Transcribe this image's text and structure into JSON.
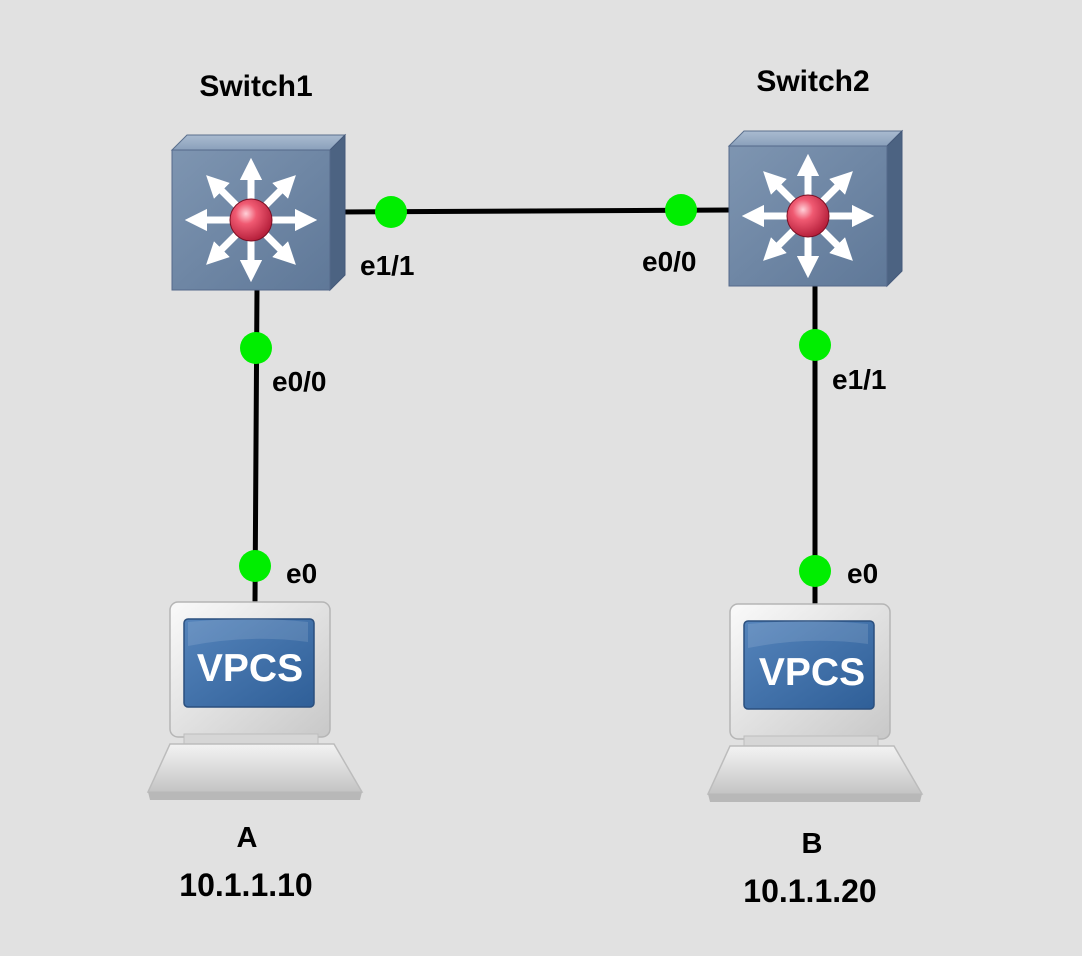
{
  "colors": {
    "background": "#e1e1e1",
    "link": "#000000",
    "port_status_up": "#00ee00",
    "switch_face": "#6f87a5",
    "switch_center": "#e0405a",
    "screen": "#3f6ea5"
  },
  "nodes": {
    "switch1": {
      "name": "Switch1",
      "icon": "multilayer-switch-icon"
    },
    "switch2": {
      "name": "Switch2",
      "icon": "multilayer-switch-icon"
    },
    "pc_a": {
      "name": "A",
      "ip": "10.1.1.10",
      "screen_text": "VPCS",
      "icon": "vpcs-computer-icon"
    },
    "pc_b": {
      "name": "B",
      "ip": "10.1.1.20",
      "screen_text": "VPCS",
      "icon": "vpcs-computer-icon"
    }
  },
  "ports": {
    "sw1_e1_1": "e1/1",
    "sw1_e0_0": "e0/0",
    "sw2_e0_0": "e0/0",
    "sw2_e1_1": "e1/1",
    "a_e0": "e0",
    "b_e0": "e0"
  }
}
